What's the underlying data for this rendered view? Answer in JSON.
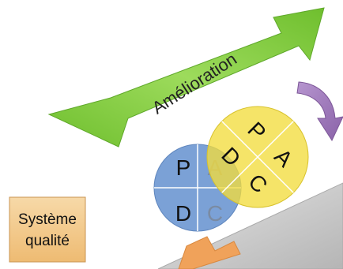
{
  "improvement_arrow": {
    "label": "Amélioration"
  },
  "quality_system_box": {
    "line1": "Système",
    "line2": "qualité"
  },
  "rear_wheel": {
    "p": "P",
    "a": "A",
    "d": "D",
    "c": "C"
  },
  "front_wheel": {
    "p": "P",
    "a": "A",
    "d": "D",
    "c": "C"
  },
  "colors": {
    "arrow_green": "#8ed24a",
    "box_orange": "#f3c98a",
    "rear_wheel_blue": "#7ba1d6",
    "front_wheel_yellow": "#f2dc3e",
    "slope_gray": "#c8c8c8",
    "curved_arrow_purple": "#9a74b6",
    "wedge_orange": "#f0a25a"
  }
}
